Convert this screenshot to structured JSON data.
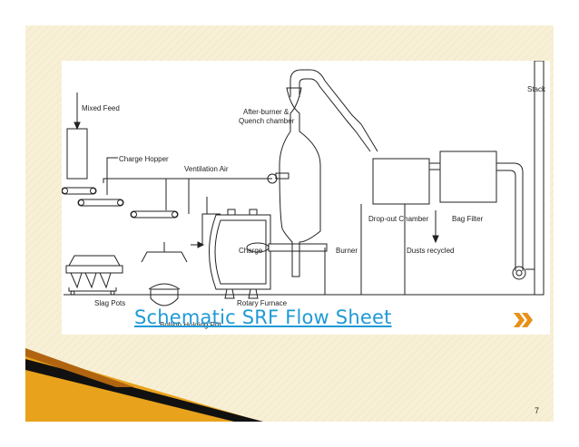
{
  "slide": {
    "caption": "Schematic SRF Flow Sheet",
    "page_number": "7",
    "background_color": "#f8f0d6",
    "caption_color": "#1f9ad6",
    "arrow_color": "#e8901a",
    "next_icon": "double-chevron-right-icon"
  },
  "diagram": {
    "labels": {
      "mixed_feed": "Mixed Feed",
      "charge_hopper": "Charge Hopper",
      "ventilation_air": "Ventilation Air",
      "after_burner_line1": "After-burner &",
      "after_burner_line2": "Quench chamber",
      "stack": "Stack",
      "charge": "Charge",
      "burner": "Burner",
      "drop_out_chamber": "Drop-out Chamber",
      "bag_filter": "Bag Filter",
      "dusts_recycled": "Dusts recycled",
      "slag_pots": "Slag Pots",
      "bullion_holding_pot": "Bullion Holding Pot",
      "rotary_furnace": "Rotary Furnace"
    }
  }
}
